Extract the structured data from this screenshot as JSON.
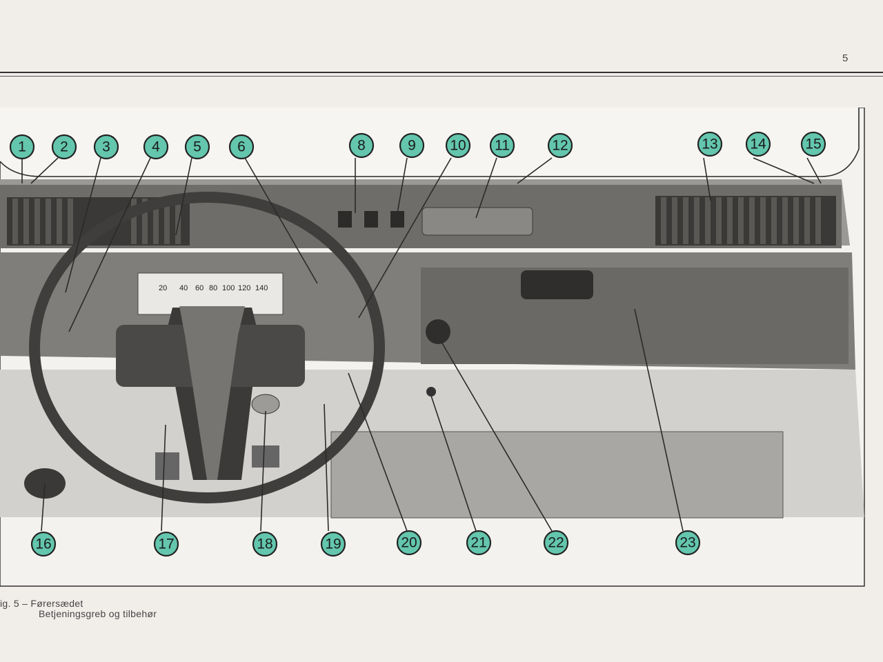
{
  "page_number": "5",
  "caption": {
    "line1": "ig. 5 – Førersædet",
    "line2": "Betjeningsgreb og tilbehør"
  },
  "speedometer_ticks": [
    "20",
    "40",
    "60",
    "80",
    "100",
    "120",
    "140"
  ],
  "callouts": [
    "1",
    "2",
    "3",
    "4",
    "5",
    "6",
    "8",
    "9",
    "10",
    "11",
    "12",
    "13",
    "14",
    "15",
    "16",
    "17",
    "18",
    "19",
    "20",
    "21",
    "22",
    "23"
  ],
  "colors": {
    "callout_fill": "#63c6ad",
    "paper": "#f1eeea",
    "ink": "#2a2a2a"
  }
}
